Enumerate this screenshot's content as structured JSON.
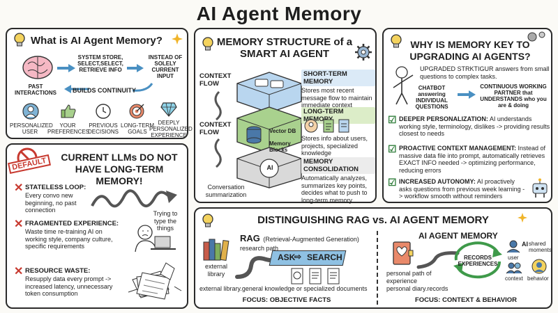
{
  "title": "AI Agent Memory",
  "what_is": {
    "title": "What is AI Agent Memory?",
    "system_store": "SYSTEM STORE, SELECT,SELECT, RETRIEVE INFO",
    "instead": "INSTEAD OF SOLELY CURRENT INPUT",
    "past": "PAST INTERACTIONS",
    "builds": "BUILDS CONTINUITY",
    "items": [
      {
        "label": "PERSONALIZED USER",
        "icon": "user-icon"
      },
      {
        "label": "YOUR PREFERENCES",
        "icon": "thumbs-up-icon"
      },
      {
        "label": "PREVIOUS DECISIONS",
        "icon": "clock-icon"
      },
      {
        "label": "LONG-TERM GOALS",
        "icon": "target-icon"
      },
      {
        "label": "DEEPLY PERSONALIZED EXPERIENCE",
        "icon": "diamond-icon"
      }
    ]
  },
  "current_llms": {
    "stamp": "DEFAULT",
    "title": "CURRENT LLMs DO NOT HAVE LONG-TERM MEMORY!",
    "points": [
      {
        "head": "STATELESS LOOP:",
        "body": "Every convo new beginning, no past connection"
      },
      {
        "head": "FRAGMENTED EXPERIENCE:",
        "body": "Waste time re-training AI on working style, company culture, specific requirements"
      },
      {
        "head": "RESOURCE WASTE:",
        "body": "Resupply data every prompt -> increased latency, unnecessary token consumption"
      }
    ],
    "speech": "Trying to type the things"
  },
  "structure": {
    "title": "MEMORY STRUCTURE of a SMART AI AGENT",
    "context_flow_1": "CONTEXT FLOW",
    "context_flow_2": "CONTEXT FLOW",
    "conversation": "Conversation summarization",
    "layer_labels": [
      "Vector DB",
      "Memory Blocks"
    ],
    "core_label": "AI",
    "short_term": {
      "head": "SHORT-TERM MEMORY",
      "body": "Stores most recent message flow to maintain immediate context"
    },
    "long_term": {
      "head": "LONG-TERM MEMORY",
      "body": "Stores info about users, projects, specialized knowledge"
    },
    "consolidation": {
      "head": "MEMORY CONSOLIDATION",
      "body": "Automatically analyzes, summarizes key points, decides what to push to long-term memory"
    }
  },
  "why": {
    "title": "WHY IS MEMORY KEY TO UPGRADING AI AGENTS?",
    "upgraded": "UPGRADED STRKTIGUR answers from small questions to complex tasks.",
    "chatbot": "CHATBOT answering INDIVIDUAL QUESTIONS",
    "partner": "CONTINUOUS WORKING PARTNER that UNDERSTANDS who you are & doing",
    "points": [
      {
        "head": "DEEPER PERSONALIZATION:",
        "body": "AI understands working style, terminology, dislikes -> providing results closest to needs"
      },
      {
        "head": "PROACTIVE CONTEXT MANAGEMENT:",
        "body": "Instead of massive data file into prompt, automatically retrieves EXACT INFO needed -> optimizing performance, reducing errors"
      },
      {
        "head": "INCREASED AUTONOMY:",
        "body": "AI proactively asks questions from previous week learning -> workflow smooth without reminders"
      }
    ]
  },
  "rag_vs": {
    "title": "DISTINGUISHING RAG vs. AI AGENT MEMORY",
    "rag_head": "RAG",
    "rag_full": "(Retrieval-Augmented Generation)",
    "research": "research path",
    "ask": "ASK",
    "search": "SEARCH",
    "external": "external library",
    "rag_caption": "external library.general knowledge or specialized documents",
    "rag_focus": "FOCUS: OBJECTIVE FACTS",
    "mem_head": "AI AGENT MEMORY",
    "personal": "personal path of experience",
    "records": "RECORDS EXPERIENCES",
    "ai_label": "AI",
    "user": "user",
    "context": "context",
    "shared": "shared moments",
    "behavior": "behavior",
    "mem_caption": "personal diary.records",
    "mem_focus": "FOCUS: CONTEXT & BEHAVIOR"
  }
}
